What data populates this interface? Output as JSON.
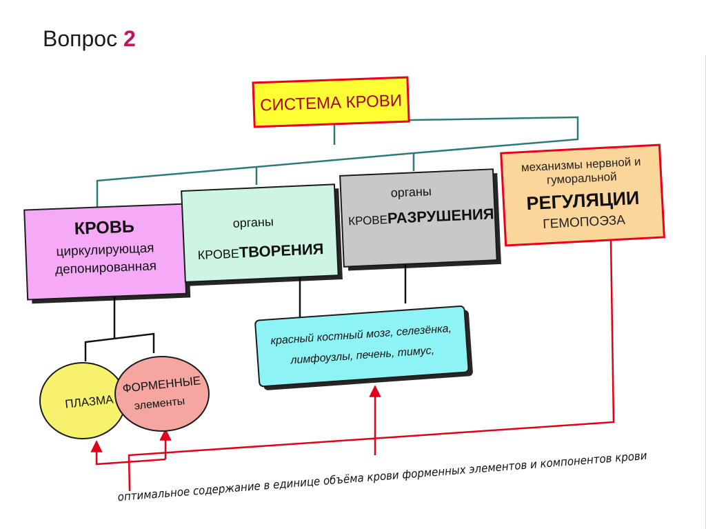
{
  "title": {
    "prefix": "Вопрос",
    "number": "2"
  },
  "root": "СИСТЕМА  КРОВИ",
  "blood": {
    "title": "КРОВЬ",
    "line1": "циркулирующая",
    "line2": "депонированная"
  },
  "hematopoiesis": {
    "top": "органы",
    "prefix": "КРОВЕ",
    "bold": "ТВОРЕНИЯ"
  },
  "destruction": {
    "top": "органы",
    "prefix": "КРОВЕ",
    "bold": "РАЗРУШЕНИЯ"
  },
  "regulation": {
    "line1": "механизмы нервной и",
    "line2": "гуморальной",
    "bold": "РЕГУЛЯЦИИ",
    "line4": "ГЕМОПОЭЗА"
  },
  "organs": {
    "line1": "красный  костный  мозг,  селезёнка,",
    "line2": "лимфоузлы, печень, тимус,"
  },
  "plasma": "ПЛАЗМА",
  "formed": {
    "line1": "ФОРМЕННЫЕ",
    "line2": "элементы"
  },
  "footer": "оптимальное содержание в единице  объёма крови  форменных элементов и компонентов крови",
  "colors": {
    "root_fill": "#ffff33",
    "root_border": "#e8001c",
    "blood_fill": "#f5aaf7",
    "hemato_fill": "#cdf5e1",
    "destr_fill": "#c8c8c8",
    "reg_fill": "#fbd69a",
    "organs_fill": "#8ef3f5",
    "plasma_fill": "#f7f26b",
    "formed_fill": "#f5a6a0",
    "connector": "#2c7a78",
    "arrow": "#e0001a"
  }
}
